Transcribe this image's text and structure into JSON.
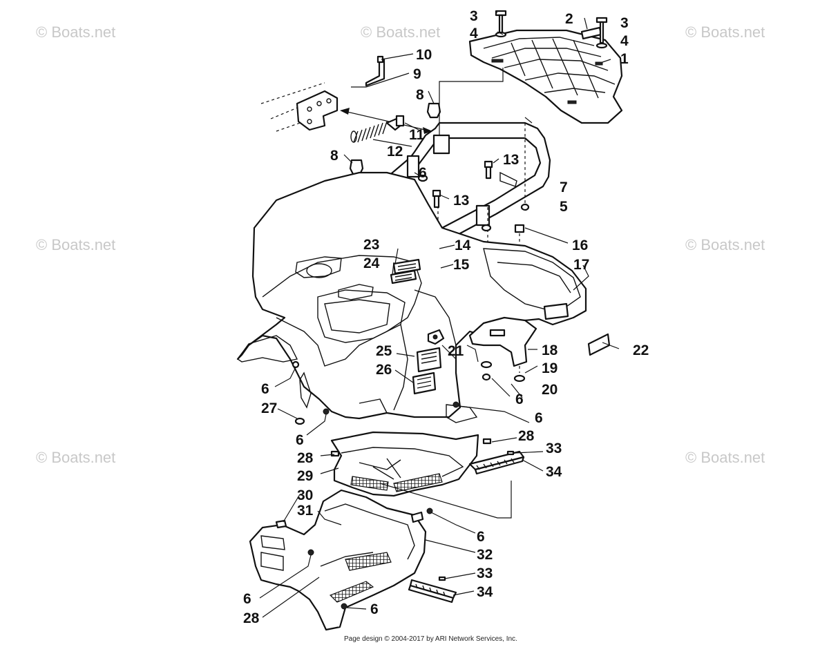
{
  "watermark": "© Boats.net",
  "footer": "Page design © 2004-2017 by ARI Network Services, Inc.",
  "callouts": [
    {
      "label": "1"
    },
    {
      "label": "2"
    },
    {
      "label": "3"
    },
    {
      "label": "3"
    },
    {
      "label": "4"
    },
    {
      "label": "4"
    },
    {
      "label": "5"
    },
    {
      "label": "6"
    },
    {
      "label": "7"
    },
    {
      "label": "8"
    },
    {
      "label": "8"
    },
    {
      "label": "9"
    },
    {
      "label": "10"
    },
    {
      "label": "11"
    },
    {
      "label": "12"
    },
    {
      "label": "13"
    },
    {
      "label": "13"
    },
    {
      "label": "14"
    },
    {
      "label": "15"
    },
    {
      "label": "16"
    },
    {
      "label": "17"
    },
    {
      "label": "18"
    },
    {
      "label": "19"
    },
    {
      "label": "6"
    },
    {
      "label": "20"
    },
    {
      "label": "21"
    },
    {
      "label": "22"
    },
    {
      "label": "23"
    },
    {
      "label": "24"
    },
    {
      "label": "25"
    },
    {
      "label": "26"
    },
    {
      "label": "6"
    },
    {
      "label": "27"
    },
    {
      "label": "6"
    },
    {
      "label": "6"
    },
    {
      "label": "28"
    },
    {
      "label": "28"
    },
    {
      "label": "29"
    },
    {
      "label": "33"
    },
    {
      "label": "34"
    },
    {
      "label": "30"
    },
    {
      "label": "31"
    },
    {
      "label": "6"
    },
    {
      "label": "32"
    },
    {
      "label": "33"
    },
    {
      "label": "34"
    },
    {
      "label": "6"
    },
    {
      "label": "28"
    },
    {
      "label": "6"
    }
  ]
}
